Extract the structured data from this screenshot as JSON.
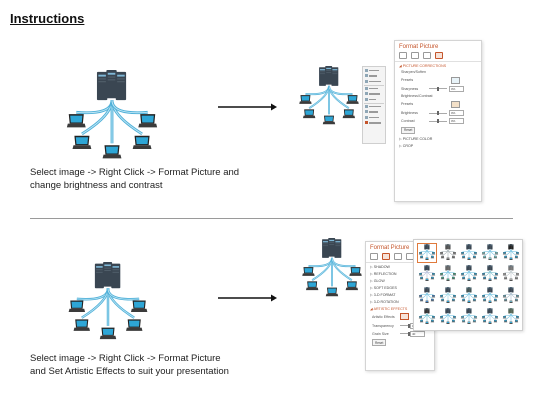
{
  "page": {
    "title": "Instructions",
    "step1_caption": "Select image -> Right Click -> Format Picture and change brightness and contrast",
    "step2_caption": "Select image -> Right Click -> Format Picture and Set Artistic Effects to suit your presentation"
  },
  "format_panel_1": {
    "title": "Format Picture",
    "section_corrections": "PICTURE CORRECTIONS",
    "sharpen_soften": "Sharpen/Soften",
    "presets": "Presets",
    "sharpness": "Sharpness",
    "sharpness_value": "0%",
    "brightness_contrast": "Brightness/Contrast",
    "presets2": "Presets",
    "brightness": "Brightness",
    "brightness_value": "0%",
    "contrast": "Contrast",
    "contrast_value": "0%",
    "reset": "Reset",
    "section_color": "PICTURE COLOR",
    "section_crop": "CROP"
  },
  "format_panel_2": {
    "title": "Format Picture",
    "sections": [
      "SHADOW",
      "REFLECTION",
      "GLOW",
      "SOFT EDGES",
      "3-D FORMAT",
      "3-D ROTATION"
    ],
    "section_artistic": "ARTISTIC EFFECTS",
    "artistic_effects": "Artistic Effects",
    "transparency": "Transparency",
    "transparency_value": "0%",
    "grain_size": "Grain Size",
    "grain_value": "40",
    "reset": "Reset"
  },
  "colors": {
    "accent": "#c5552b",
    "server": "#3a4652",
    "cable": "#4fb0d8",
    "screen": "#2ea6d6"
  },
  "icons": {
    "arrow": "right-arrow-icon",
    "fill_tab": "paint-bucket-icon",
    "effects_tab": "pentagon-icon",
    "layout_tab": "layout-icon",
    "picture_tab": "picture-icon"
  }
}
